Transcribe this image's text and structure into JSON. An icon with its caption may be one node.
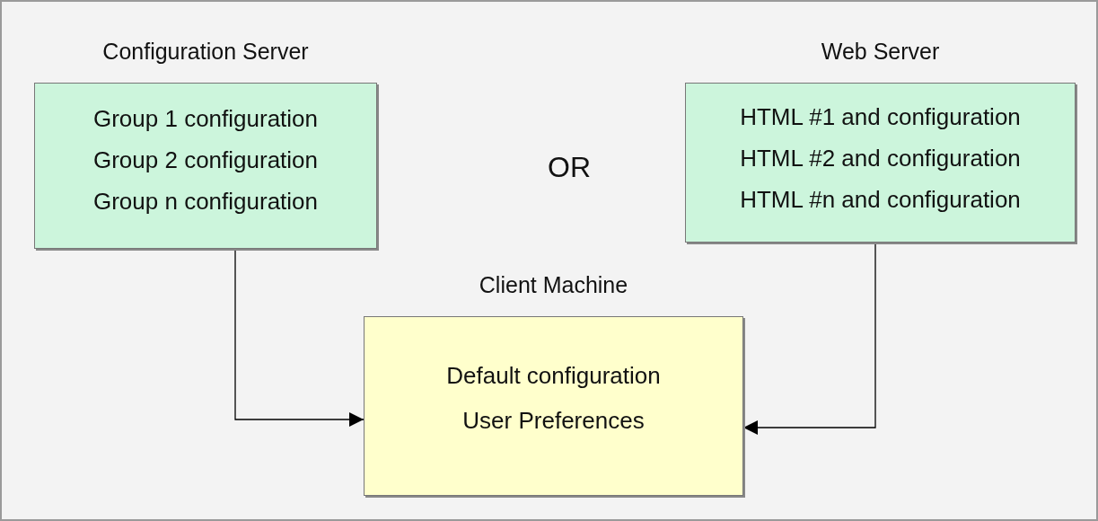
{
  "diagram": {
    "nodes": [
      {
        "text": [
          "Configuration Server",
          "Group 1 configuration",
          "Group 2 configuration",
          "Group n configuration"
        ]
      },
      {
        "text": [
          "Web Server",
          "HTML #1 and configuration",
          "HTML #2 and configuration",
          "HTML #n and configuration"
        ]
      },
      {
        "text": [
          "Client Machine",
          "Default configuration",
          "User Preferences"
        ]
      }
    ],
    "edges": [
      {
        "from": 0,
        "to": 2,
        "arrow": "to"
      },
      {
        "from": 1,
        "to": 2,
        "arrow": "to"
      }
    ],
    "labels": [
      "OR"
    ]
  }
}
